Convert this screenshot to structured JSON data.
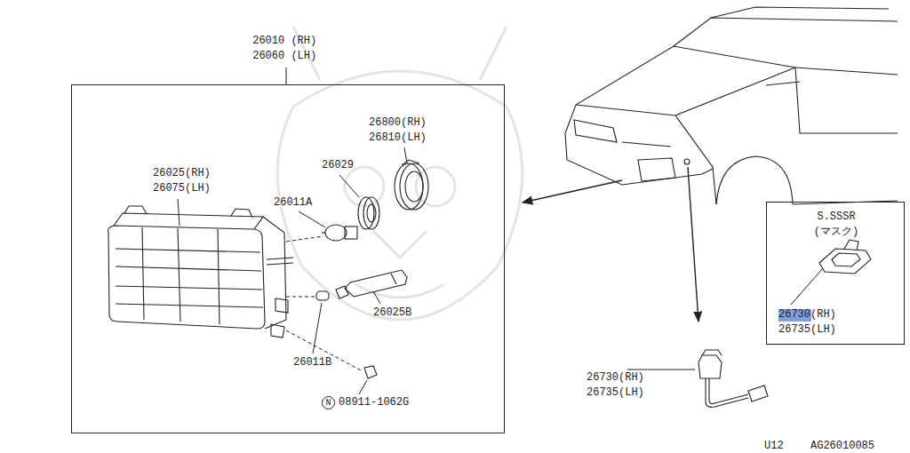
{
  "diagram": {
    "nodes": [
      {
        "text": [
          "26010 (RH) 26060 (LH)"
        ]
      },
      {
        "text": [
          "S.SSSR (マスク)",
          "26730(RH) 26735(LH)"
        ]
      }
    ],
    "labels": [
      "26800(RH) 26810(LH)",
      "26029",
      "26025(RH) 26075(LH)",
      "26011A",
      "26025B",
      "26011B",
      "N",
      "08911-1062G",
      "26730(RH) 26735(LH)",
      "U12",
      "AG26010085"
    ]
  }
}
